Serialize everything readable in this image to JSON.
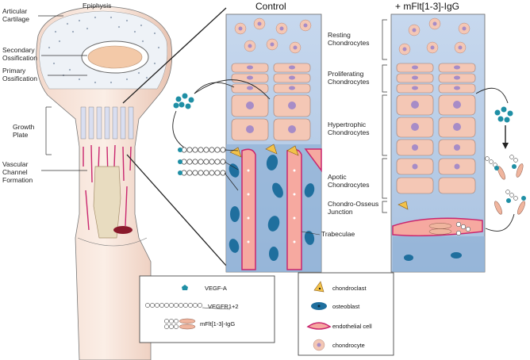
{
  "header": {
    "epiphysis": "Epiphysis",
    "control": "Control",
    "treated": "+ mFlt[1-3]-IgG"
  },
  "left_labels": {
    "articular": [
      "Articular",
      "Cartilage"
    ],
    "secondary": [
      "Secondary",
      "Ossification"
    ],
    "primary": [
      "Primary",
      "Ossification"
    ],
    "growth": [
      "Growth",
      "Plate"
    ],
    "vascular": [
      "Vascular",
      "Channel",
      "Formation"
    ]
  },
  "right_labels": {
    "resting": [
      "Resting",
      "Chondrocytes"
    ],
    "proliferating": [
      "Proliferating",
      "Chondrocytes"
    ],
    "hypertrophic": [
      "Hypertrophic",
      "Chondrocytes"
    ],
    "apoptotic": [
      "Apotic",
      "Chondrocytes"
    ],
    "junction": "Chondro-Osseus",
    "junction2": "Junction"
  },
  "trabeculae": "Trabeculae",
  "legend_left": {
    "vegf": "VEGF-A",
    "vegfr": "VEGFR1+2",
    "mflt": "mFlt[1-3]-IgG"
  },
  "legend_right": {
    "chondroclast": "chondroclast",
    "osteoblast": "osteoblast",
    "endothelial": "endothelial cell",
    "chondrocyte": "chondrocyte"
  },
  "colors": {
    "cartilage_blue": "#b7cde6",
    "cell_pink": "#f4c7b5",
    "nucleus_purple": "#a78cc7",
    "vessel_red": "#c9266e",
    "vessel_fill": "#f6a9a0",
    "osteoblast_blue": "#1f6f9e",
    "chondroclast_yellow": "#f2c24a"
  }
}
